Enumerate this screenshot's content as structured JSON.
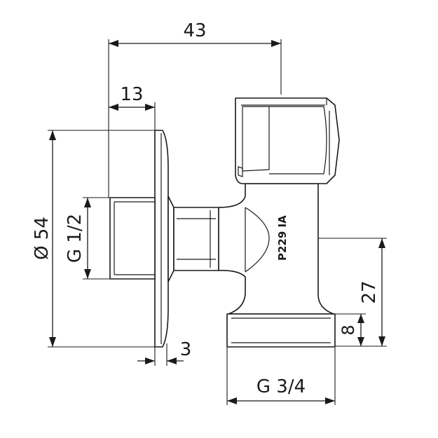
{
  "dimensions": {
    "overall_length": "43",
    "flange_offset": "13",
    "flange_diameter": "Ø 54",
    "inlet_thread": "G 1/2",
    "flange_thickness": "3",
    "outlet_thread": "G 3/4",
    "outlet_height": "27",
    "outlet_thread_height": "8"
  },
  "marking": "P229 IA"
}
